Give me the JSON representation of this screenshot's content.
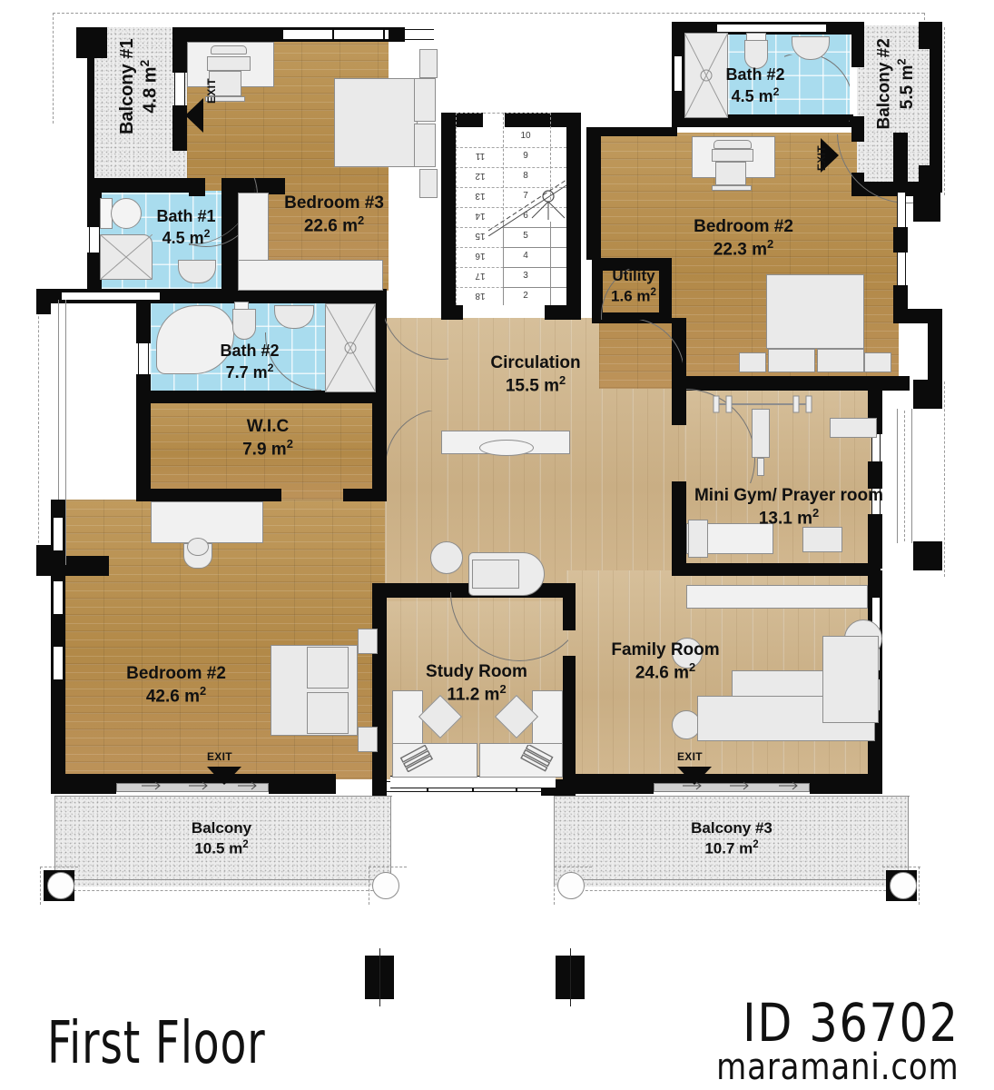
{
  "plan": {
    "title": "First Floor",
    "plan_id": "ID 36702",
    "website": "maramani.com"
  },
  "colors": {
    "wall": "#0b0b0b",
    "wood_dark": "#b9904f",
    "wood_light": "#cfb68f",
    "tile_blue": "#a9dcee",
    "stone": "#ececec",
    "furniture": "#eaeaea"
  },
  "rooms": [
    {
      "key": "balcony1",
      "name": "Balcony #1",
      "area": "4.8 m",
      "unit": "2",
      "orientation": "vertical"
    },
    {
      "key": "bedroom3",
      "name": "Bedroom #3",
      "area": "22.6 m",
      "unit": "2",
      "orientation": "horizontal"
    },
    {
      "key": "bath1",
      "name": "Bath #1",
      "area": "4.5 m",
      "unit": "2",
      "orientation": "horizontal"
    },
    {
      "key": "bath2a",
      "name": "Bath #2",
      "area": "7.7 m",
      "unit": "2",
      "orientation": "horizontal"
    },
    {
      "key": "wic",
      "name": "W.I.C",
      "area": "7.9 m",
      "unit": "2",
      "orientation": "horizontal"
    },
    {
      "key": "bedroom2a",
      "name": "Bedroom #2",
      "area": "42.6 m",
      "unit": "2",
      "orientation": "horizontal"
    },
    {
      "key": "study",
      "name": "Study Room",
      "area": "11.2 m",
      "unit": "2",
      "orientation": "horizontal"
    },
    {
      "key": "circulation",
      "name": "Circulation",
      "area": "15.5 m",
      "unit": "2",
      "orientation": "horizontal"
    },
    {
      "key": "utility",
      "name": "Utility",
      "area": "1.6 m",
      "unit": "2",
      "orientation": "horizontal"
    },
    {
      "key": "bath2b",
      "name": "Bath #2",
      "area": "4.5 m",
      "unit": "2",
      "orientation": "horizontal"
    },
    {
      "key": "balcony2",
      "name": "Balcony #2",
      "area": "5.5 m",
      "unit": "2",
      "orientation": "vertical"
    },
    {
      "key": "bedroom2b",
      "name": "Bedroom #2",
      "area": "22.3 m",
      "unit": "2",
      "orientation": "horizontal"
    },
    {
      "key": "gym",
      "name": "Mini Gym/ Prayer room",
      "area": "13.1 m",
      "unit": "2",
      "orientation": "horizontal"
    },
    {
      "key": "family",
      "name": "Family Room",
      "area": "24.6 m",
      "unit": "2",
      "orientation": "horizontal"
    },
    {
      "key": "balconyA",
      "name": "Balcony",
      "area": "10.5 m",
      "unit": "2",
      "orientation": "horizontal"
    },
    {
      "key": "balcony3",
      "name": "Balcony #3",
      "area": "10.7 m",
      "unit": "2",
      "orientation": "horizontal"
    }
  ],
  "exits": [
    {
      "key": "exit_bedroom3",
      "label": "EXIT",
      "direction": "left"
    },
    {
      "key": "exit_bedroom2b",
      "label": "EXIT",
      "direction": "right"
    },
    {
      "key": "exit_bedroom2a",
      "label": "EXIT",
      "direction": "down"
    },
    {
      "key": "exit_family",
      "label": "EXIT",
      "direction": "down"
    }
  ],
  "stairs": {
    "right_column_steps": [
      "2",
      "3",
      "4",
      "5",
      "6",
      "7",
      "8",
      "9",
      "10"
    ],
    "left_column_steps": [
      "11",
      "12",
      "13",
      "14",
      "15",
      "16",
      "17",
      "18"
    ]
  }
}
